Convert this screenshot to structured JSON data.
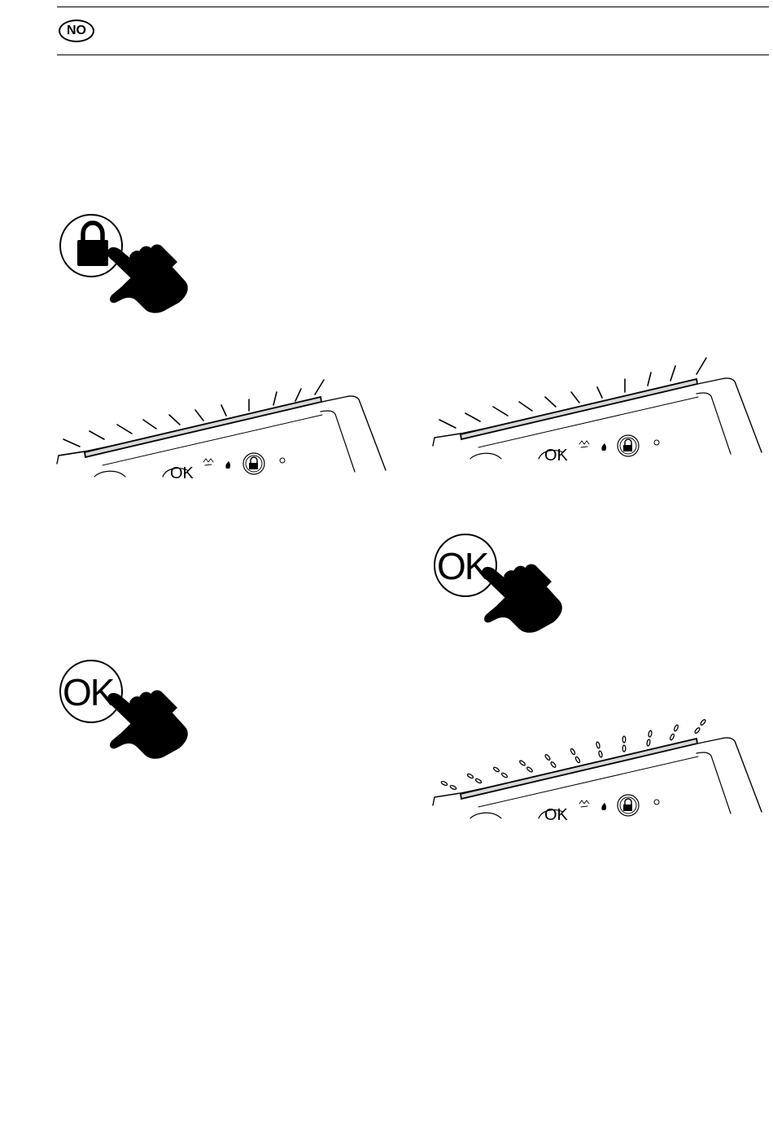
{
  "header": {
    "language_code": "NO"
  },
  "figures": {
    "press_ok_right": {
      "button_label": "OK",
      "icon": "hand-pointer-icon"
    },
    "press_ok_left": {
      "button_label": "OK",
      "icon": "hand-pointer-icon"
    },
    "press_lock": {
      "button_icon": "lock-icon",
      "icon": "hand-pointer-icon"
    }
  },
  "colors": {
    "ink": "#000000",
    "light_bar": "#d9d9d9",
    "paper": "#ffffff"
  }
}
